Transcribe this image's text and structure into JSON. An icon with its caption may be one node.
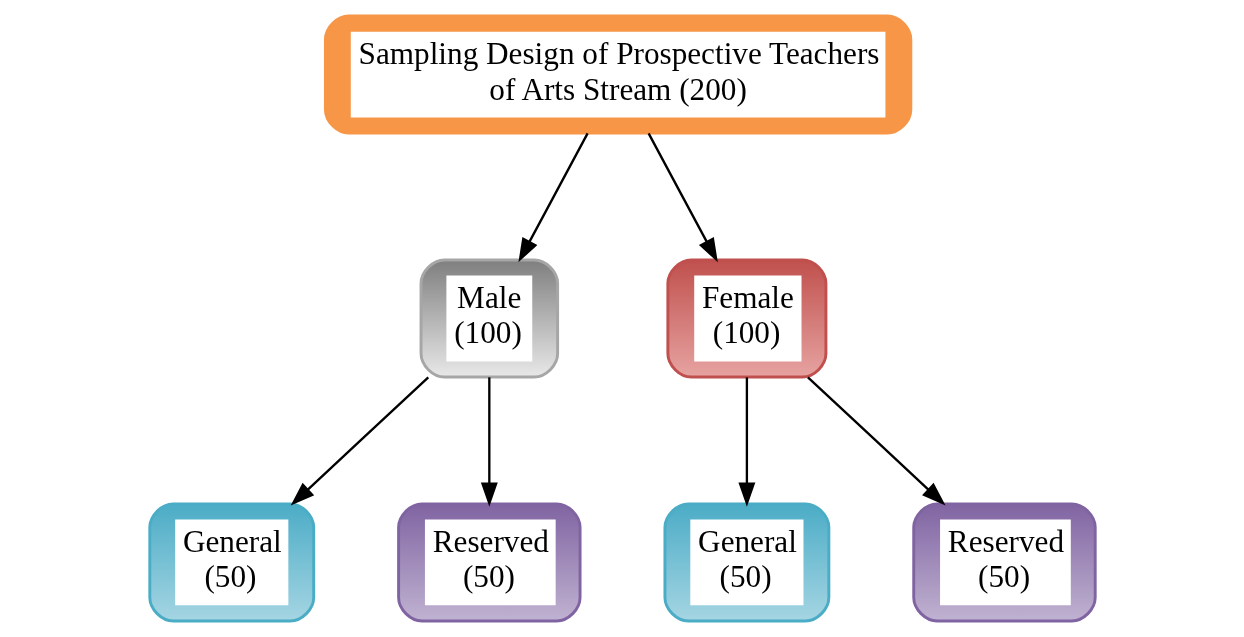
{
  "diagram": {
    "nodes": [
      {
        "text": [
          "Sampling Design of Prospective Teachers of Arts Stream (200)"
        ]
      },
      {
        "text": [
          "Male (100)"
        ]
      },
      {
        "text": [
          "Female (100)"
        ]
      },
      {
        "text": [
          "General (50)"
        ]
      },
      {
        "text": [
          "Reserved (50)"
        ]
      },
      {
        "text": [
          "General (50)"
        ]
      },
      {
        "text": [
          "Reserved (50)"
        ]
      }
    ],
    "edges": [
      {
        "from": 0,
        "to": 1,
        "arrow": "to"
      },
      {
        "from": 0,
        "to": 2,
        "arrow": "to"
      },
      {
        "from": 1,
        "to": 3,
        "arrow": "to"
      },
      {
        "from": 1,
        "to": 4,
        "arrow": "to"
      },
      {
        "from": 2,
        "to": 5,
        "arrow": "to"
      },
      {
        "from": 2,
        "to": 6,
        "arrow": "to"
      }
    ]
  }
}
